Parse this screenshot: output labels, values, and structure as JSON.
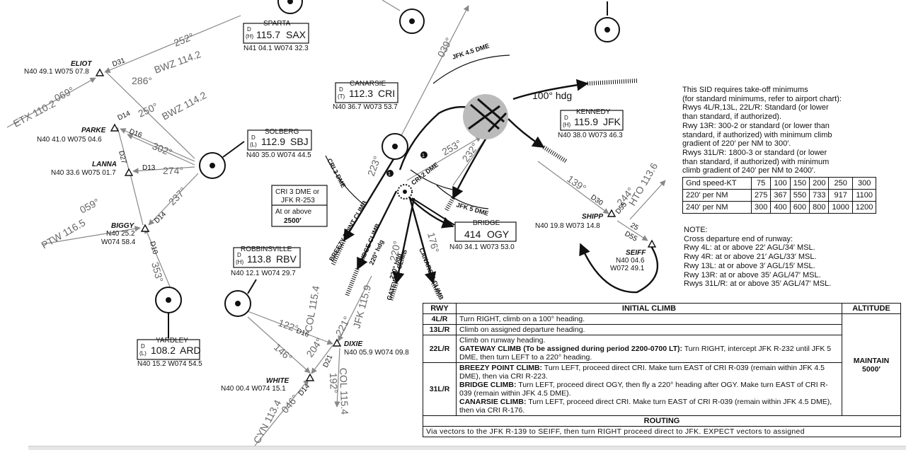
{
  "navaids": [
    {
      "name": "SPARTA",
      "freq": "115.7",
      "id": "SAX",
      "dh": "D\n(H)",
      "coord": "N41 04.1  W074 32.3"
    },
    {
      "name": "CANARSIE",
      "freq": "112.3",
      "id": "CRI",
      "dh": "D\n(T)",
      "coord": "N40 36.7  W073 53.7"
    },
    {
      "name": "KENNEDY",
      "freq": "115.9",
      "id": "JFK",
      "dh": "D\n(H)",
      "coord": "N40 38.0  W073 46.3"
    },
    {
      "name": "SOLBERG",
      "freq": "112.9",
      "id": "SBJ",
      "dh": "D\n(L)",
      "coord": "N40 35.0  W074 44.5"
    },
    {
      "name": "ROBBINSVILLE",
      "freq": "113.8",
      "id": "RBV",
      "dh": "D\n(H)",
      "coord": "N40 12.1  W074 29.7"
    },
    {
      "name": "YARDLEY",
      "freq": "108.2",
      "id": "ARD",
      "dh": "D\n(L)",
      "coord": "N40 15.2  W074 54.5"
    },
    {
      "name": "BRIDGE",
      "freq": "414",
      "id": "OGY",
      "dh": "",
      "coord": "N40 34.1  W073 53.0"
    }
  ],
  "fixes": [
    {
      "name": "ELIOT",
      "coord": "N40 49.1  W075 07.8"
    },
    {
      "name": "PARKE",
      "coord": "N40 41.0  W075 04.6"
    },
    {
      "name": "LANNA",
      "coord": "N40 33.6  W075 01.7"
    },
    {
      "name": "BIGGY",
      "coord1": "N40 25.2",
      "coord2": "W074 58.4"
    },
    {
      "name": "SHIPP",
      "coord": "N40 19.8  W073 14.8"
    },
    {
      "name": "SEIFF",
      "coord1": "N40 04.6",
      "coord2": "W072 49.1"
    },
    {
      "name": "DIXIE",
      "coord": "N40 05.9  W074 09.8"
    },
    {
      "name": "WHITE",
      "coord": "N40 00.4  W074 15.1"
    }
  ],
  "radials": [
    "252°",
    "286°",
    "069°",
    "250°",
    "302°",
    "274°",
    "237°",
    "059°",
    "353°",
    "122°",
    "146°",
    "204°",
    "221°",
    "192°",
    "046°",
    "039°",
    "253°",
    "232°",
    "223°",
    "220°",
    "176°",
    "139°",
    "244°",
    "100°"
  ],
  "dme_labels": [
    "D31",
    "D14",
    "D16",
    "D27",
    "D13",
    "D14",
    "D10",
    "D16",
    "D21",
    "D14",
    "D30",
    "D55",
    "D55",
    "25"
  ],
  "vor_ids": [
    "BWZ 114.2",
    "BWZ 114.2",
    "ETX 110.2",
    "PTW 116.5",
    "COL 115.4",
    "JFK 115.9",
    "COL 115.4",
    "CYN 113.4",
    "HTO 113.6"
  ],
  "chart_labels": {
    "jfk_45_dme": "JFK 4.5 DME",
    "jfk_5_dme": "JFK 5 DME",
    "cri_3_dme": "CRI 3 DME",
    "cri_2_dme": "CRI 2 DME",
    "hdg_100": "100° hdg",
    "hdg_220_a": "220° hdg",
    "hdg_220_b": "220° hdg",
    "breezy": "BREEZY POINT CLIMB",
    "bridge_climb": "BRIDGE CLIMB",
    "canarsie_climb": "CANARSIE CLIMB",
    "gateway_climb": "GATEWAY CLIMB",
    "callout_line1": "CRI 3 DME or",
    "callout_line2": "JFK R-253",
    "callout_line3": "At or above",
    "callout_line4": "2500′",
    "marker1": "1",
    "marker2": "1"
  },
  "notes": {
    "lines": [
      "This SID requires take-off minimums",
      "(for standard minimums, refer to airport chart):",
      "Rwys 4L/R,13L, 22L/R: Standard (or lower",
      "than standard, if authorized).",
      "Rwy 13R: 300-2 or standard (or lower than",
      "standard, if authorized) with minimum climb",
      "gradient of 220′ per NM to 300′.",
      "Rwys 31L/R: 1800-3 or standard (or lower",
      "than standard, if authorized) with minimum",
      "climb gradient of 240′ per NM to 2400′."
    ]
  },
  "gradient_table": {
    "header": [
      "Gnd speed-KT",
      "75",
      "100",
      "150",
      "200",
      "250",
      "300"
    ],
    "rows": [
      [
        "220′ per NM",
        "275",
        "367",
        "550",
        "733",
        "917",
        "1100"
      ],
      [
        "240′ per NM",
        "300",
        "400",
        "600",
        "800",
        "1000",
        "1200"
      ]
    ]
  },
  "note2": {
    "title": "NOTE:",
    "lines": [
      "Cross departure end of runway:",
      "Rwy 4L: at or above 22′ AGL/34′ MSL.",
      "Rwy 4R: at or above 21′ AGL/33′ MSL.",
      "Rwy 13L: at or above 3′ AGL/15′ MSL.",
      "Rwy 13R: at or above 35′ AGL/47′ MSL.",
      "Rwys 31L/R: at or above 35′ AGL/47′ MSL."
    ]
  },
  "initial_climb": {
    "headers": {
      "rwy": "RWY",
      "climb": "INITIAL CLIMB",
      "alt": "ALTITUDE"
    },
    "rows": [
      {
        "rwy": "4L/R",
        "text": "Turn RIGHT, climb on a 100° heading."
      },
      {
        "rwy": "13L/R",
        "text": "Climb on assigned departure heading."
      },
      {
        "rwy": "22L/R",
        "pre": "Climb on runway heading.",
        "bold": "GATEWAY CLIMB (To be assigned during period 2200-0700 LT):",
        "text": " Turn RIGHT, intercept JFK R-232 until JFK 5 DME, then turn LEFT to a 220° heading."
      },
      {
        "rwy": "31L/R",
        "b1": "BREEZY POINT CLIMB:",
        "t1": " Turn LEFT, proceed direct CRI. Make turn EAST of CRI R-039 (remain within JFK 4.5 DME), then via CRI R-223.",
        "b2": "BRIDGE CLIMB:",
        "t2": " Turn LEFT, proceed direct OGY, then fly a 220° heading after OGY. Make turn EAST of CRI R-039 (remain within JFK 4.5 DME).",
        "b3": "CANARSIE CLIMB:",
        "t3": " Turn LEFT, proceed direct CRI. Make turn EAST of CRI R-039 (remain within JFK 4.5 DME), then via CRI R-176."
      }
    ],
    "altitude": "MAINTAIN\n5000′",
    "routing_header": "ROUTING",
    "routing_text": "Via vectors to the JFK R-139 to SEIFF, then turn RIGHT proceed direct to JFK. EXPECT vectors to assigned"
  }
}
